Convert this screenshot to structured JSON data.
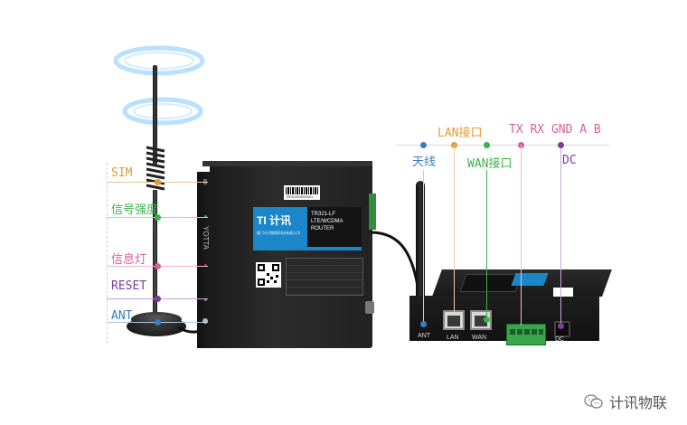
{
  "left_callouts": [
    {
      "label": "SIM",
      "color": "#e89a34"
    },
    {
      "label": "信号强度",
      "color": "#38b549"
    },
    {
      "label": "信息灯",
      "color": "#d6609c"
    },
    {
      "label": "RESET",
      "color": "#7d3c98"
    },
    {
      "label": "ANT",
      "color": "#3a7fc2"
    }
  ],
  "top_callouts": [
    {
      "label": "天线",
      "color": "#3a7fc2"
    },
    {
      "label": "LAN接口",
      "color": "#e89a34"
    },
    {
      "label": "WAN接口",
      "color": "#38b549"
    },
    {
      "label": "TX RX GND A B",
      "color": "#d6609c"
    },
    {
      "label": "DC",
      "color": "#7d3c98"
    }
  ],
  "device_front": {
    "brand_logo": "TI 计讯",
    "model_line1": "TR321-LF",
    "model_line2": "LTE/WCDMA",
    "model_line3": "ROUTER",
    "serial": "TR321E0000001",
    "brand_text_small": "厦门计讯物联科技有限公司",
    "side_text": "YOTTA"
  },
  "device_back": {
    "port_labels": [
      "ANT",
      "LAN",
      "WAN",
      "DC"
    ]
  },
  "watermark": {
    "icon": "wechat-icon",
    "text": "计讯物联"
  }
}
